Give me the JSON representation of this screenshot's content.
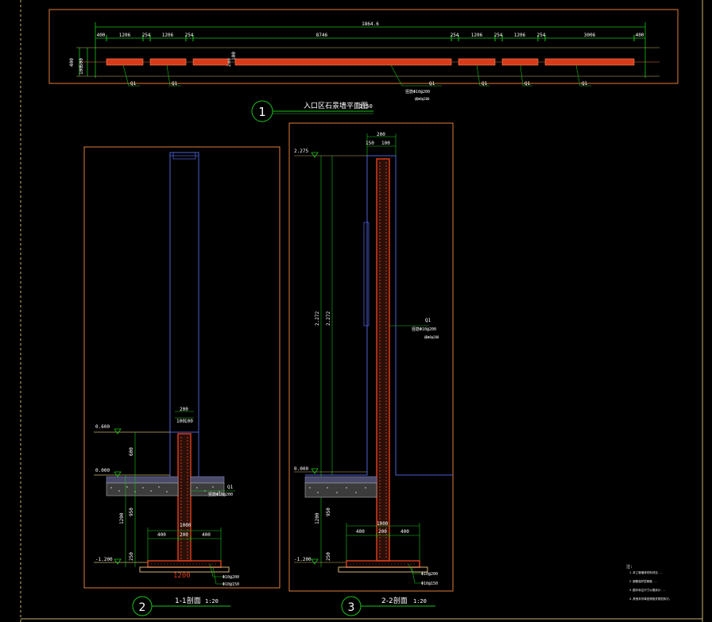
{
  "plan": {
    "total_dim": "1864.6",
    "segment_dims": [
      "400",
      "1206",
      "254",
      "1206",
      "254",
      "8746",
      "254",
      "1206",
      "254",
      "1206",
      "254",
      "3006",
      "400"
    ],
    "left_dims": [
      "400",
      "500",
      "100",
      "200",
      "100"
    ],
    "wall_tags": [
      "Q1",
      "Q1",
      "Q1",
      "Q1",
      "Q1",
      "Q1"
    ],
    "rebar_note_1": "竖筋Φ10@200",
    "rebar_note_2": "横Φ8@200",
    "title_number": "1",
    "title": "入口区石景墙平面图",
    "scale": "1:50"
  },
  "section1": {
    "title_number": "2",
    "title": "1-1剖面",
    "scale": "1:20",
    "levels": [
      "0.600",
      "0.000",
      "-1.200"
    ],
    "vert_dims": [
      "600",
      "950",
      "1200",
      "250"
    ],
    "top_dims": [
      "200",
      "100",
      "100"
    ],
    "footing_dims": [
      "1000",
      "400",
      "200",
      "400"
    ],
    "base_dim": "1200",
    "tag": "Q1",
    "rebar_note": "竖筋Φ10@200",
    "bottom_note_1": "Φ10@200",
    "bottom_note_2": "Φ10@150"
  },
  "section2": {
    "title_number": "3",
    "title": "2-2剖面",
    "scale": "1:20",
    "levels": [
      "2.275",
      "0.000",
      "-1.200"
    ],
    "vert_dims": [
      "2.272",
      "2.272",
      "950",
      "1200",
      "250"
    ],
    "top_dims": [
      "200",
      "150",
      "100"
    ],
    "footing_dims": [
      "1000",
      "400",
      "200",
      "400"
    ],
    "tag": "Q1",
    "rebar_note_1": "竖筋Φ10@200",
    "rebar_note_2": "横Φ8@200",
    "bottom_note_1": "Φ10@200",
    "bottom_note_2": "Φ10@150"
  },
  "notes": {
    "header": "注:",
    "line_1": "1.本工程墙体材料详见...",
    "line_2": "2.钢筋保护层厚度...",
    "line_3": "3.图中标注尺寸以毫米计...",
    "line_4": "4.其他未尽事宜按相关规范执行。"
  },
  "colors": {
    "background": "#000000",
    "frame": "#e07b39",
    "wall_fill": "#d83a1a",
    "dim_line": "#19c319",
    "outline": "#4a5fd0",
    "text": "#ffffff",
    "soil": "#888888",
    "footing": "#d9b277"
  }
}
